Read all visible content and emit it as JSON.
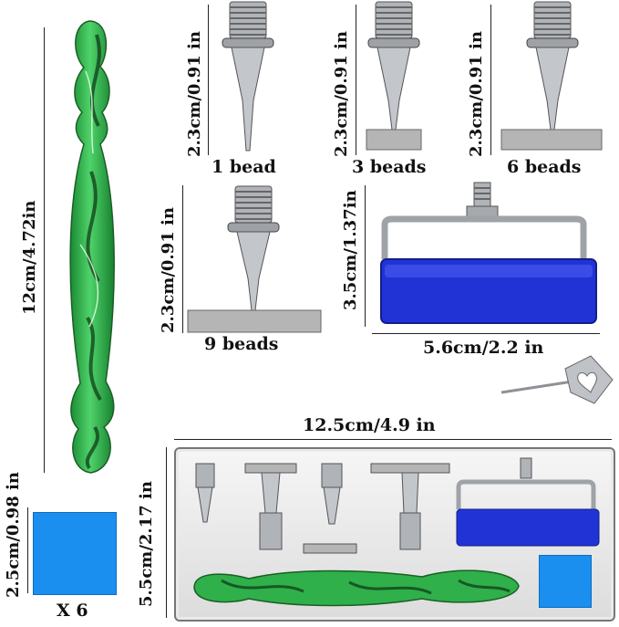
{
  "labels": {
    "handle_length": "12cm/4.72in",
    "tip_height_1": "2.3cm/0.91 in",
    "tip_height_3": "2.3cm/0.91 in",
    "tip_height_6": "2.3cm/0.91 in",
    "tip_height_9": "2.3cm/0.91 in",
    "tip_1": "1 bead",
    "tip_3": "3 beads",
    "tip_6": "6 beads",
    "tip_9": "9 beads",
    "roller_height": "3.5cm/1.37in",
    "roller_width": "5.6cm/2.2 in",
    "tray_width": "12.5cm/4.9 in",
    "tray_height": "5.5cm/2.17 in",
    "wax_size": "2.5cm/0.98 in",
    "wax_count": "X 6"
  },
  "colors": {
    "handle_green": "#2fb04a",
    "roller_blue": "#2233d6",
    "wax_blue": "#1a8ff0",
    "metal": "#b9bcc1"
  },
  "icons": [
    "pen-handle",
    "bead-tip",
    "roller-tool",
    "heart-wrench",
    "wax-square",
    "storage-tray"
  ]
}
